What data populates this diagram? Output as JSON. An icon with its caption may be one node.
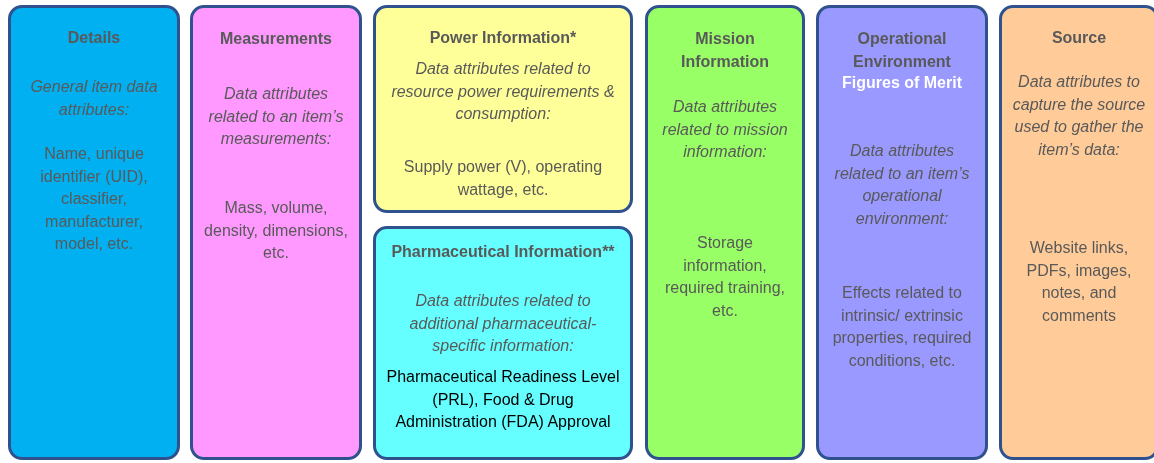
{
  "diagram": {
    "nodes": [
      {
        "text": [
          "Details",
          "General item data attributes:",
          "Name, unique identifier (UID), classifier, manufacturer, model, etc."
        ]
      },
      {
        "text": [
          "Measurements",
          "Data attributes related to an item’s measurements:",
          "Mass, volume, density, dimensions, etc."
        ]
      },
      {
        "text": [
          "Power Information*",
          "Data attributes related to resource power requirements & consumption:",
          "Supply power (V), operating wattage, etc."
        ]
      },
      {
        "text": [
          "Pharmaceutical Information**",
          "Data attributes related to additional pharmaceutical-specific information:",
          "Pharmaceutical Readiness Level (PRL), Food & Drug Administration (FDA) Approval"
        ]
      },
      {
        "text": [
          "Mission Information",
          "Data attributes related to mission information:",
          "Storage information, required training, etc."
        ]
      },
      {
        "text": [
          "Operational Environment",
          "Figures of Merit",
          "Data attributes related to an item’s operational environment:",
          "Effects related to intrinsic/ extrinsic properties, required conditions, etc."
        ]
      },
      {
        "text": [
          "Source",
          "Data attributes to capture the source used to gather the item’s data:",
          "Website links, PDFs, images, notes, and comments"
        ]
      }
    ]
  }
}
